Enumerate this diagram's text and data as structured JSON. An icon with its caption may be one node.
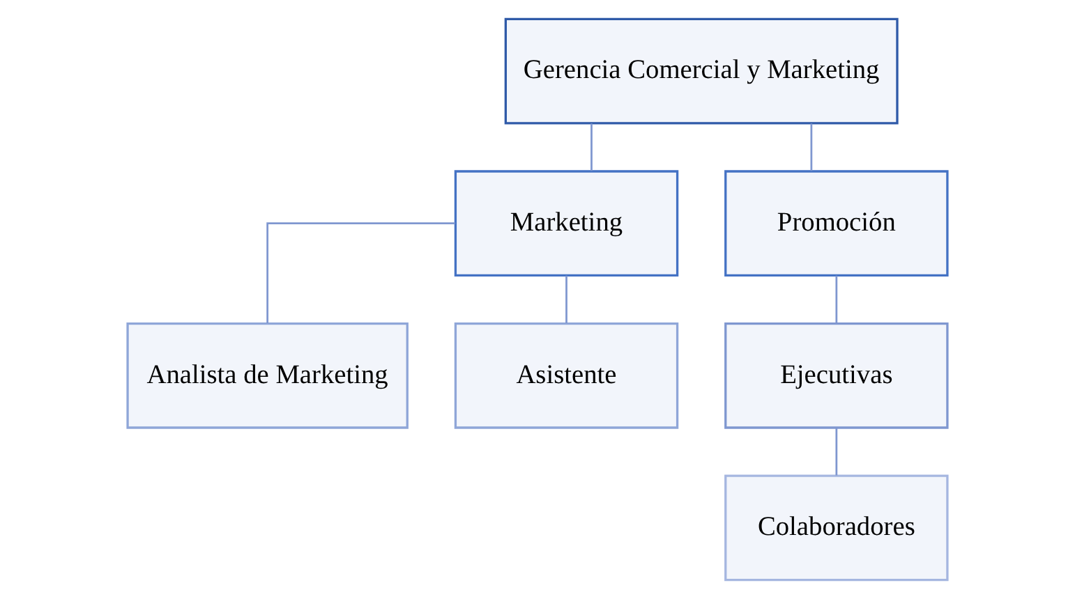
{
  "diagram": {
    "nodes": [
      {
        "text": [
          "Gerencia Comercial y Marketing"
        ]
      },
      {
        "text": [
          "Marketing"
        ]
      },
      {
        "text": [
          "Promoción"
        ]
      },
      {
        "text": [
          "Analista de Marketing"
        ]
      },
      {
        "text": [
          "Asistente"
        ]
      },
      {
        "text": [
          "Ejecutivas"
        ]
      },
      {
        "text": [
          "Colaboradores"
        ]
      }
    ],
    "edges": [
      {
        "from": 0,
        "to": 1,
        "arrow": "none"
      },
      {
        "from": 0,
        "to": 2,
        "arrow": "none"
      },
      {
        "from": 1,
        "to": 3,
        "arrow": "none"
      },
      {
        "from": 1,
        "to": 4,
        "arrow": "none"
      },
      {
        "from": 2,
        "to": 5,
        "arrow": "none"
      },
      {
        "from": 5,
        "to": 6,
        "arrow": "none"
      }
    ]
  }
}
